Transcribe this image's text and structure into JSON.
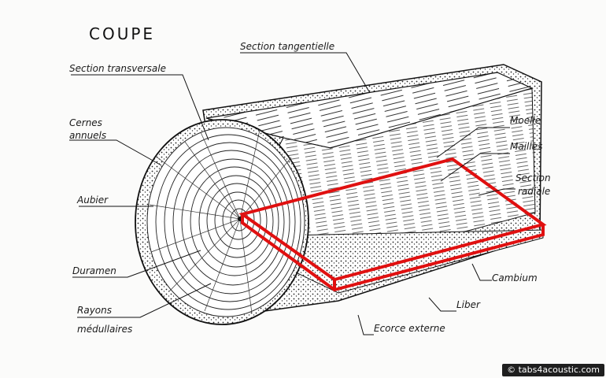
{
  "title": "COUPE",
  "labels": {
    "section_transversale": "Section transversale",
    "section_tangentielle": "Section tangentielle",
    "cernes": "Cernes",
    "annuels": "annuels",
    "aubier": "Aubier",
    "duramen": "Duramen",
    "rayons": "Rayons",
    "medullaires": "médullaires",
    "moelle": "Moelle",
    "mailles": "Mailles",
    "section": "Section",
    "radiale": "radiale",
    "cambium": "Cambium",
    "liber": "Liber",
    "ecorce_externe": "Ecorce externe"
  },
  "credit": "© tabs4acoustic.com",
  "highlight_color": "#e01010"
}
